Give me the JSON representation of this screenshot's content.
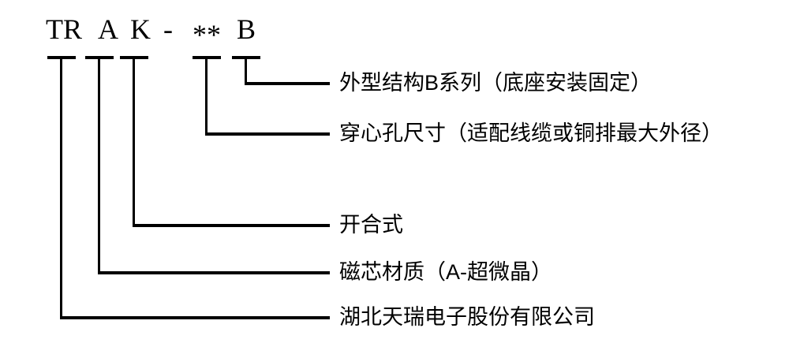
{
  "diagram": {
    "description": "model-code-naming-diagram",
    "model_code": {
      "full_text": "TR A K - ** B",
      "parts": [
        {
          "text": "TR"
        },
        {
          "text": "A"
        },
        {
          "text": "K"
        },
        {
          "text": "-"
        },
        {
          "text": "**"
        },
        {
          "text": "B"
        }
      ]
    },
    "callouts": [
      {
        "code": "B",
        "label": "外型结构B系列（底座安装固定）"
      },
      {
        "code": "**",
        "label": "穿心孔尺寸（适配线缆或铜排最大外径）"
      },
      {
        "code": "K",
        "label": "开合式"
      },
      {
        "code": "A",
        "label": "磁芯材质（A-超微晶）"
      },
      {
        "code": "TR",
        "label": "湖北天瑞电子股份有限公司"
      }
    ],
    "colors": {
      "line": "#000000",
      "text": "#000000",
      "background": "#ffffff"
    }
  }
}
